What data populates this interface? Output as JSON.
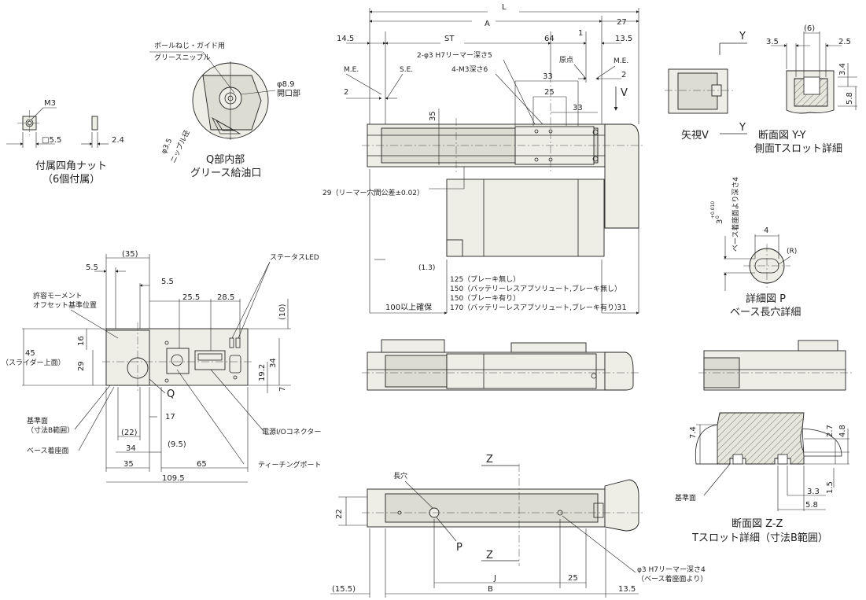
{
  "nut": {
    "m3": "M3",
    "w": "□5.5",
    "t": "2.4",
    "cap1": "付属四角ナット",
    "cap2": "（6個付属）"
  },
  "q": {
    "note1": "ボールねじ・ガイド用",
    "note2": "グリースニップル",
    "open1": "φ8.9",
    "open2": "開口部",
    "nip1": "φ3.5",
    "nip2": "ニップル径",
    "cap1": "Q部内部",
    "cap2": "グリース給油口"
  },
  "top": {
    "L": "L",
    "A": "A",
    "d27": "27",
    "d14_5": "14.5",
    "ST": "ST",
    "d64": "64",
    "d1": "1",
    "d13_5": "13.5",
    "reamer": "2-φ3 H7リーマー深さ5",
    "m3d6": "4-M3深さ6",
    "origin": "原点",
    "me_l": "M.E.",
    "se": "S.E.",
    "me_r": "M.E.",
    "d2l": "2",
    "d2r": "2",
    "d33a": "33",
    "d25": "25",
    "d33b": "33",
    "V": "V",
    "d35": "35",
    "tol": "29（リーマー穴間公差±0.02）",
    "d13": "(1.3)",
    "len1": "125（ブレーキ無し）",
    "len2": "150（バッテリーレスアブソリュート,ブレーキ無し）",
    "len3": "150（ブレーキ有り）",
    "len4": "170（バッテリーレスアブソリュート,ブレーキ有り）",
    "secure": "100以上確保",
    "d31": "31"
  },
  "yy": {
    "Y1": "Y",
    "Y2": "Y",
    "d3_5": "3.5",
    "d6": "(6)",
    "d2_5": "2.5",
    "d3_4": "3.4",
    "d5_8": "5.8",
    "capV": "矢視V",
    "cap1": "断面図 Y-Y",
    "cap2": "側面Tスロット詳細"
  },
  "p": {
    "tol": "3",
    "tolsup": "+0.010",
    "tolsub": "0",
    "side": "ベース着座面より深さ4",
    "d4": "4",
    "R": "(R)",
    "cap1": "詳細図 P",
    "cap2": "ベース長穴詳細"
  },
  "side": {
    "d35p": "(35)",
    "d5_5a": "5.5",
    "d5_5b": "5.5",
    "d25_5": "25.5",
    "d28_5": "28.5",
    "led": "ステータスLED",
    "moment1": "許容モーメント",
    "moment2": "オフセット基準位置",
    "d45": "45",
    "slider": "（スライダー上面）",
    "d16": "16",
    "d29": "29",
    "d10": "(10)",
    "d34": "34",
    "d19_2": "19.2",
    "d7": "7",
    "Q": "Q",
    "d17": "17",
    "ref1": "基準面",
    "ref2": "（寸法B範囲）",
    "base": "ベース着座面",
    "d22": "(22)",
    "d34b": "34",
    "d9_5": "(9.5)",
    "d35b": "35",
    "d65": "65",
    "d109_5": "109.5",
    "conn": "電源I/Oコネクター",
    "teach": "ティーチングポート"
  },
  "bottom": {
    "Z1": "Z",
    "Z2": "Z",
    "slot": "長穴",
    "d22": "22",
    "P": "P",
    "J": "J",
    "d25": "25",
    "B": "B",
    "d15_5": "(15.5)",
    "d13_5": "13.5",
    "hole1": "φ3 H7リーマー深さ4",
    "hole2": "（ベース着座面より）"
  },
  "zz": {
    "d7_4": "7.4",
    "d2_7": "2.7",
    "d4_8": "4.8",
    "ref": "基準面",
    "d3_3": "3.3",
    "d1_5": "1.5",
    "d5_8": "5.8",
    "cap1": "断面図 Z-Z",
    "cap2": "Tスロット詳細（寸法B範囲）"
  }
}
